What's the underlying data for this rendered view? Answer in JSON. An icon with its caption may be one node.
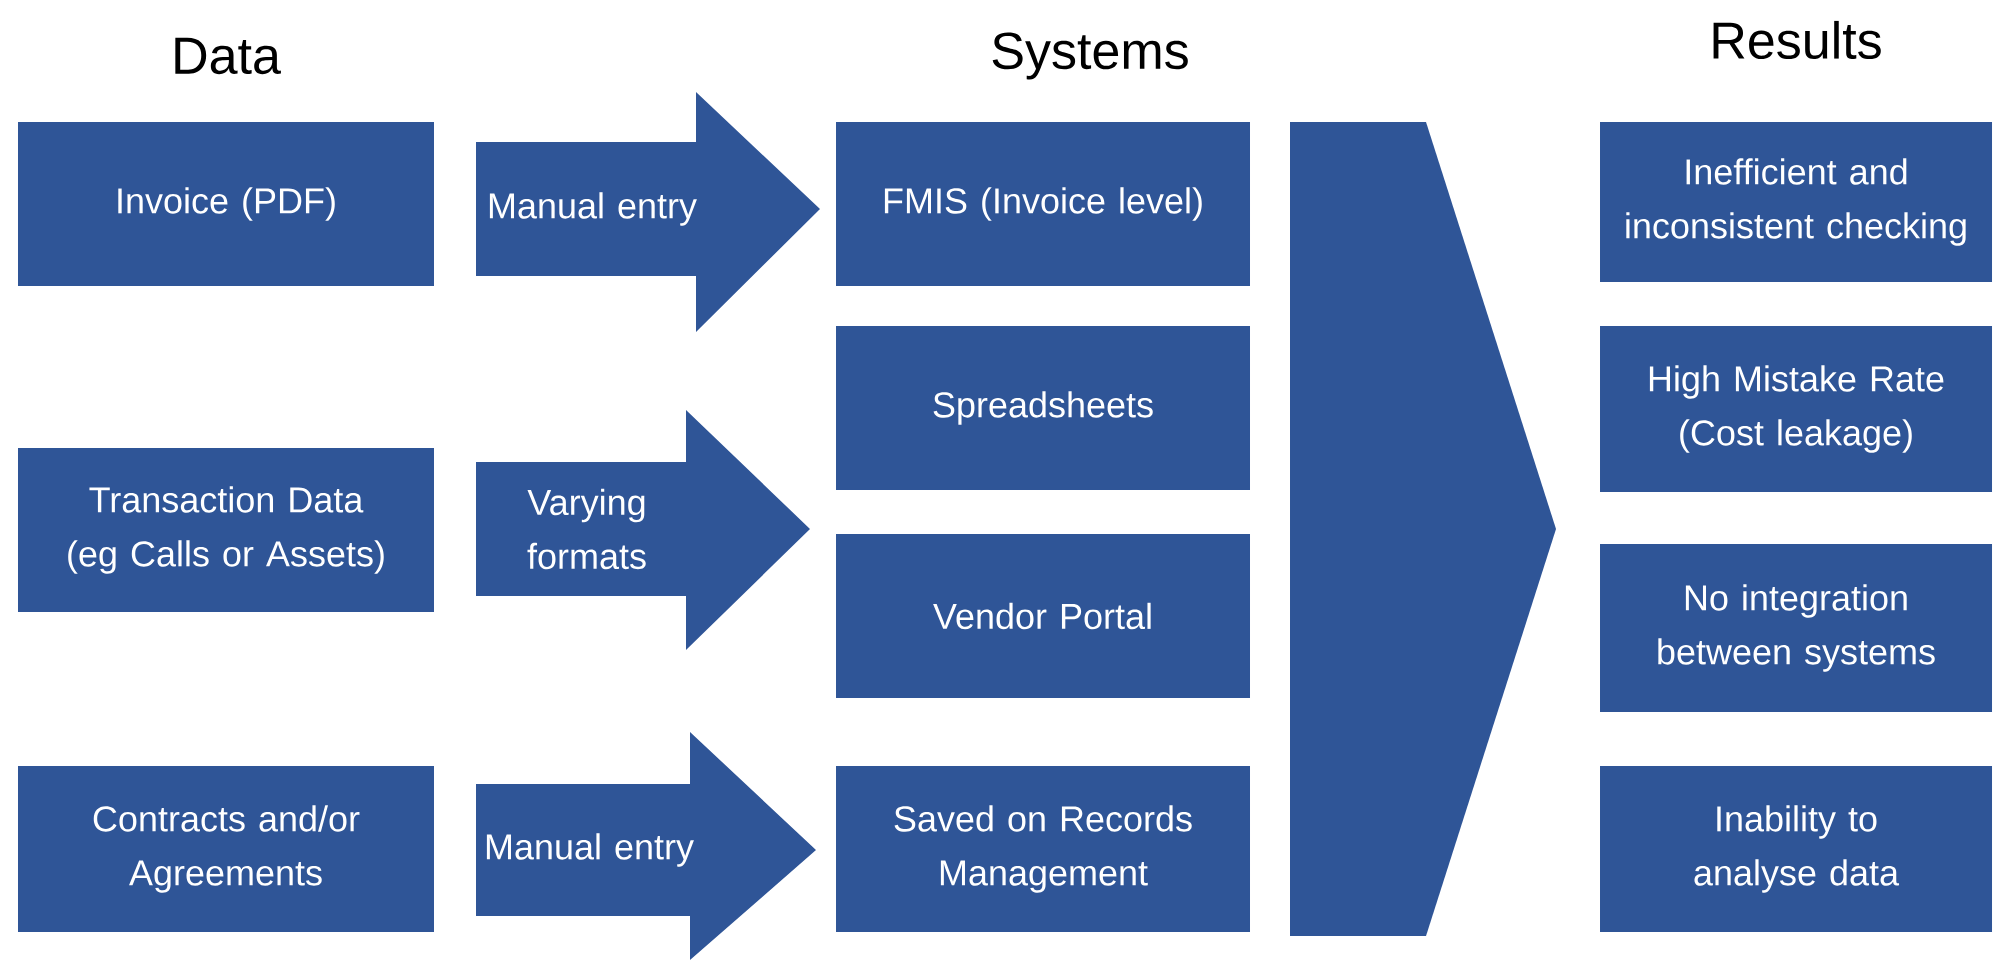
{
  "diagram": {
    "nodes": [
      {
        "text": [
          "Invoice (PDF)"
        ]
      },
      {
        "text": [
          "Transaction Data (eg Calls or Assets)"
        ]
      },
      {
        "text": [
          "Contracts and/or Agreements"
        ]
      },
      {
        "text": [
          "Manual entry"
        ]
      },
      {
        "text": [
          "Varying formats"
        ]
      },
      {
        "text": [
          "Manual entry"
        ]
      },
      {
        "text": [
          "FMIS (Invoice level)"
        ]
      },
      {
        "text": [
          "Spreadsheets"
        ]
      },
      {
        "text": [
          "Vendor Portal"
        ]
      },
      {
        "text": [
          "Saved on Records Management"
        ]
      },
      {
        "text": [],
        "shape": "arrow"
      },
      {
        "text": [
          "Inefficient and inconsistent checking"
        ]
      },
      {
        "text": [
          "High Mistake Rate (Cost leakage)"
        ]
      },
      {
        "text": [
          "No integration between systems"
        ]
      },
      {
        "text": [
          "Inability to analyse data"
        ]
      }
    ],
    "labels": [
      "Data",
      "Systems",
      "Results"
    ]
  }
}
